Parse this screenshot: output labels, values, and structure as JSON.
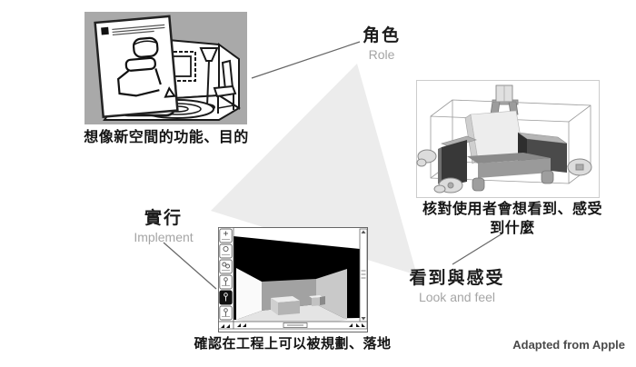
{
  "slide": {
    "background": "#ffffff",
    "triangle_fill": "#ececec",
    "connector_color": "#666666"
  },
  "nodes": {
    "role": {
      "zh": "角色",
      "en": "Role"
    },
    "implement": {
      "zh": "實行",
      "en": "Implement"
    },
    "look_and_feel": {
      "zh": "看到與感受",
      "en": "Look and feel"
    }
  },
  "captions": {
    "sketch": "想像新空間的功能、目的",
    "voxel_line1": "核對使用者會想看到、感受",
    "voxel_line2": "到什麼",
    "software": "確認在工程上可以被規劃、落地"
  },
  "credit": {
    "text": "Adapted from Apple"
  },
  "illustrations": {
    "sketch": "hand-drawn-room-sketch",
    "voxel": "voxel-armchair-in-wireframe-box",
    "software": "legacy-3d-walkthrough-app-screenshot"
  },
  "text_colors": {
    "zh_label": "#1c1c1c",
    "en_label": "#a5a5a5",
    "caption": "#141414",
    "credit": "#4a4a4a"
  }
}
